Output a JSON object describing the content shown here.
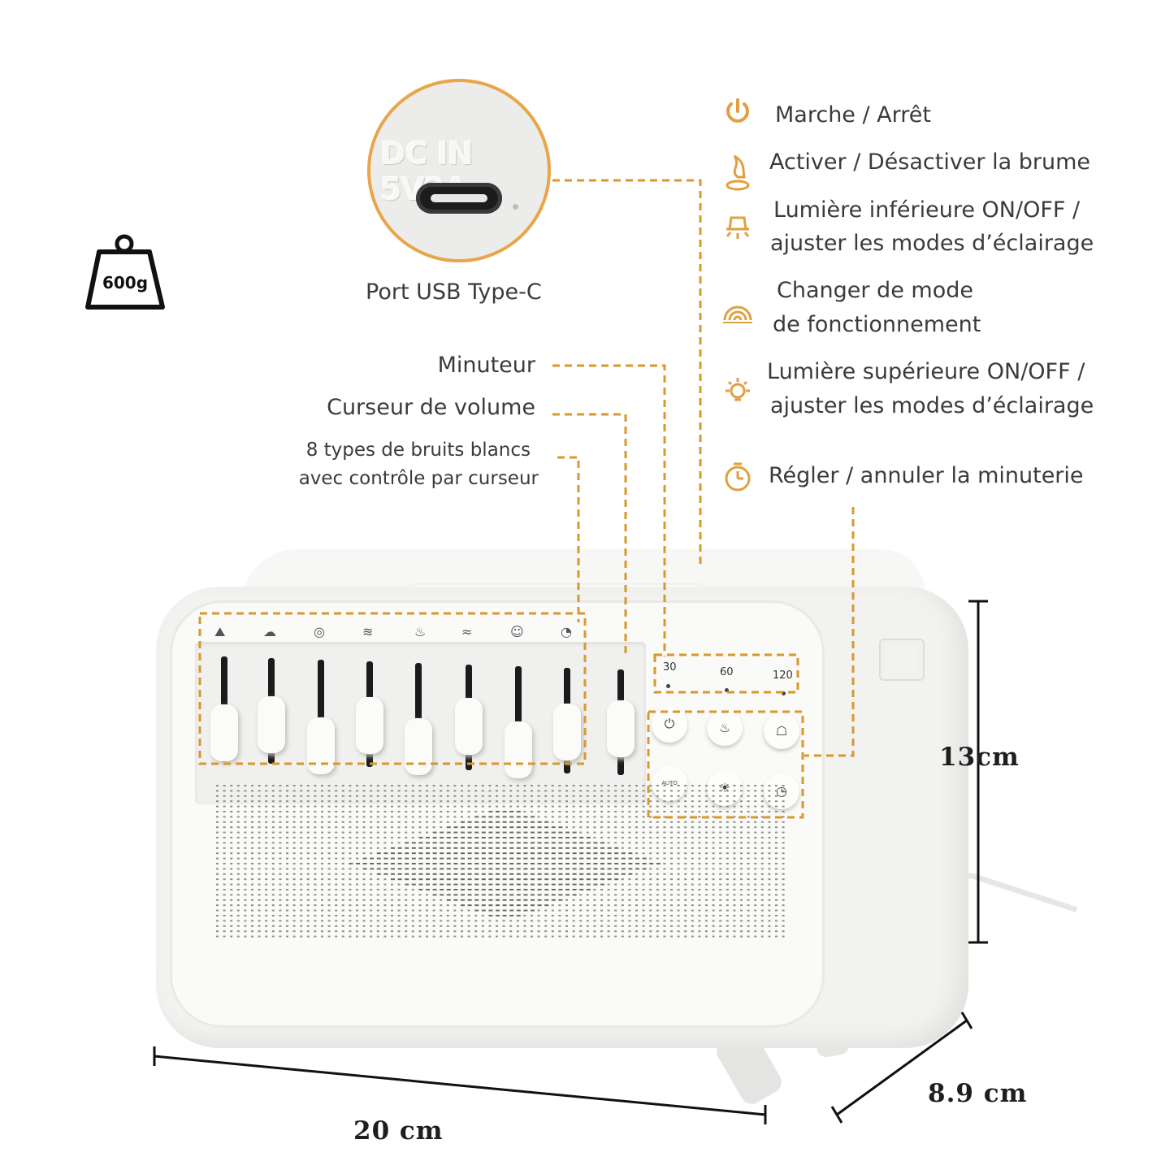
{
  "colors": {
    "accent": "#e0a040",
    "text": "#3b3b3b",
    "device": "#f4f4f2",
    "dimension": "#1e1e1e"
  },
  "weight": {
    "label": "600g",
    "icon": "weight-icon"
  },
  "port": {
    "inscription": "DC IN 5V2A",
    "label": "Port USB Type-C"
  },
  "buttons_legend": [
    {
      "icon": "power-icon",
      "lines": [
        "Marche / Arrêt"
      ]
    },
    {
      "icon": "mist-icon",
      "lines": [
        "Activer / Désactiver la brume"
      ]
    },
    {
      "icon": "bottom-light-icon",
      "lines": [
        "Lumière inférieure ON/OFF /",
        "ajuster les modes d’éclairage"
      ]
    },
    {
      "icon": "mode-icon",
      "lines": [
        "Changer de mode",
        "de fonctionnement"
      ]
    },
    {
      "icon": "top-light-icon",
      "lines": [
        "Lumière supérieure ON/OFF /",
        "ajuster les modes d’éclairage"
      ]
    },
    {
      "icon": "timer-icon",
      "lines": [
        "Régler / annuler la minuterie"
      ]
    }
  ],
  "left_labels": {
    "timer": "Minuteur",
    "volume": "Curseur de volume",
    "noises_line1": "8 types de bruits blancs",
    "noises_line2": "avec contrôle par curseur"
  },
  "device": {
    "sound_icons": [
      "mountain-icon",
      "thunderstorm-icon",
      "fan-icon",
      "wind-icon",
      "fire-icon",
      "stream-icon",
      "frog-icon",
      "bird-icon"
    ],
    "volume_icon": "speaker-icon",
    "slider_levels": [
      0.35,
      0.55,
      0.15,
      0.6,
      0.2,
      0.65,
      0.2,
      0.6,
      0.7
    ],
    "timer_values": [
      "30",
      "60",
      "120"
    ],
    "mode_button_text": "AUTO"
  },
  "dimensions": {
    "height": "13cm",
    "width": "20 cm",
    "depth": "8.9 cm"
  }
}
